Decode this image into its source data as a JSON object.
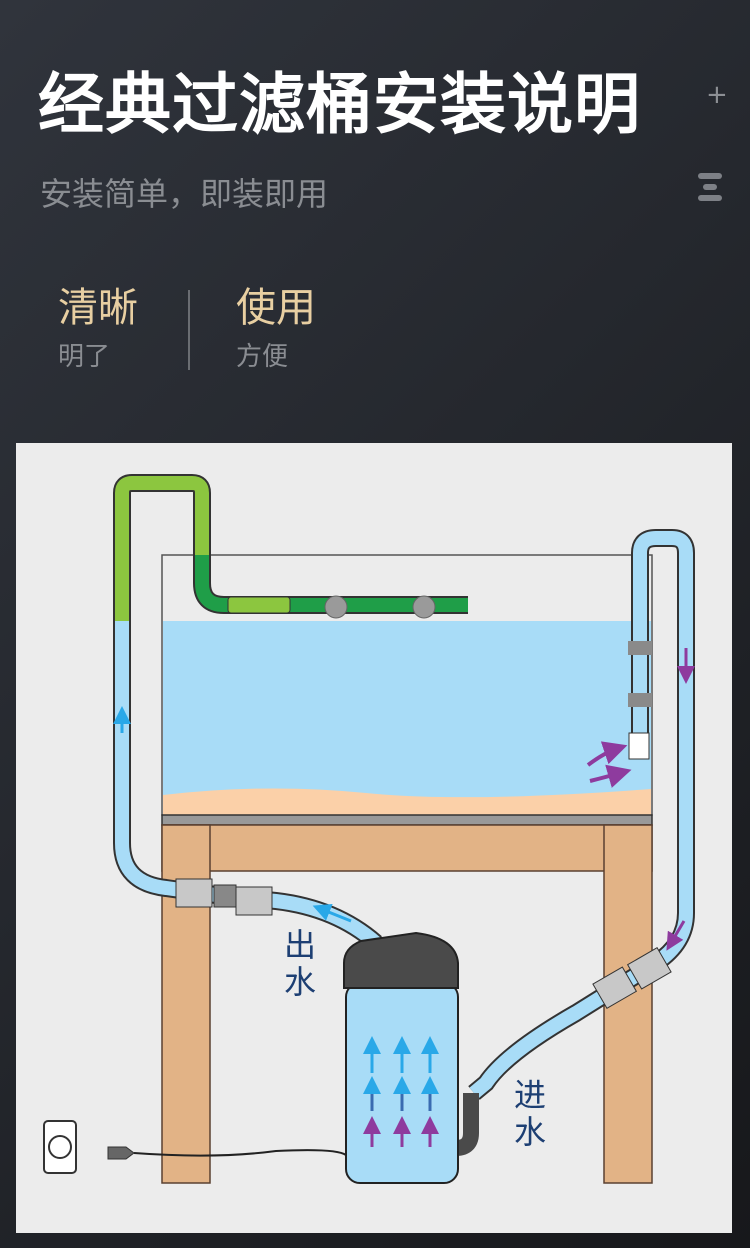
{
  "header": {
    "title": "经典过滤桶安装说明",
    "subtitle": "安装简单，即装即用",
    "plus_icon": "+",
    "menu_icon": "menu-icon"
  },
  "features": [
    {
      "title": "清晰",
      "subtitle": "明了"
    },
    {
      "title": "使用",
      "subtitle": "方便"
    }
  ],
  "diagram": {
    "outlet_label": "出\n水",
    "inlet_label": "进\n水",
    "colors": {
      "background": "#ececec",
      "water": "#a8dcf7",
      "sand": "#fbd0a8",
      "table": "#e2b386",
      "pipe_light_green": "#8cc63f",
      "pipe_dark_green": "#1f9e48",
      "hose": "#a8dcf7",
      "flow_arrow_purple": "#8e3b9e",
      "flow_arrow_blue": "#29a8e8",
      "canister_head": "#4a4a4a",
      "label_text": "#1d3f73"
    }
  }
}
